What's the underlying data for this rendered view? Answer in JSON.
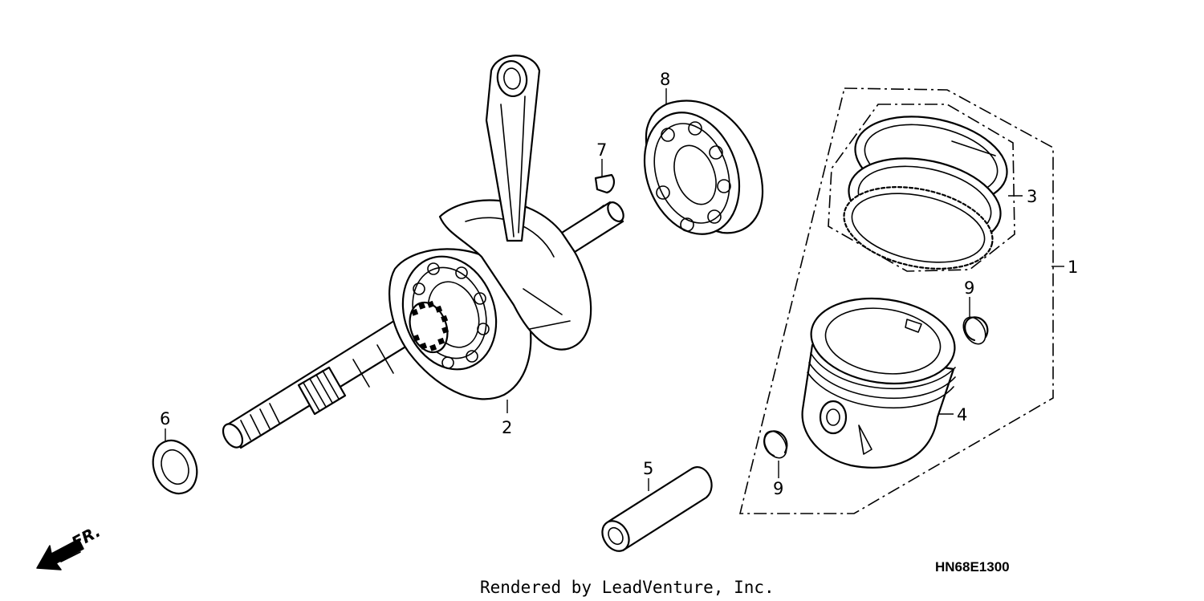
{
  "callouts": {
    "c1": "1",
    "c2": "2",
    "c3": "3",
    "c4": "4",
    "c5": "5",
    "c6": "6",
    "c7": "7",
    "c8": "8",
    "c9a": "9",
    "c9b": "9"
  },
  "diagram_code": "HN68E1300",
  "credit": "Rendered by LeadVenture, Inc.",
  "direction_label": "FR.",
  "icons": {
    "direction": "arrow-left-down-icon"
  }
}
